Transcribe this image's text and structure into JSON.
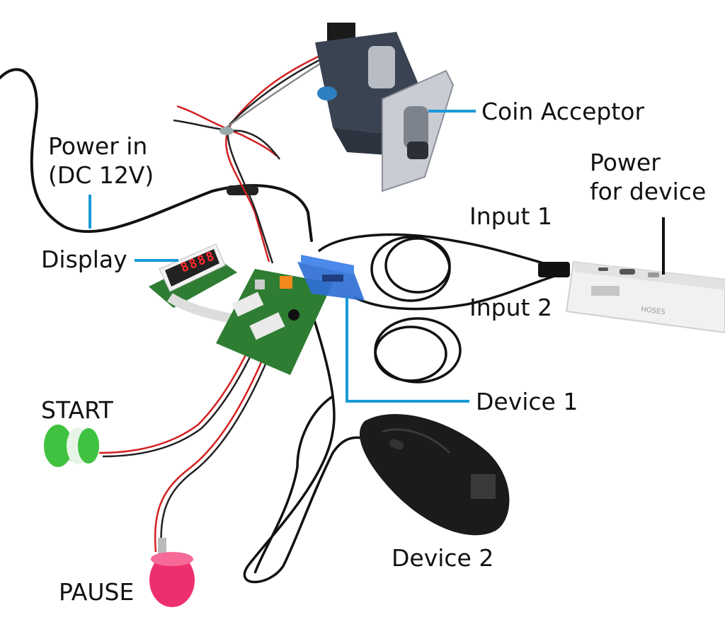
{
  "labels": {
    "coin_acceptor": "Coin Acceptor",
    "power_in_line1": "Power in",
    "power_in_line2": "(DC 12V)",
    "display": "Display",
    "power_for_device_line1": "Power",
    "power_for_device_line2": "for device",
    "input_1": "Input 1",
    "input_2": "Input 2",
    "device_1": "Device 1",
    "start": "START",
    "device_2": "Device 2",
    "pause": "PAUSE"
  },
  "display_readout": "8888",
  "power_bank_brand": "HOSES",
  "colors": {
    "callout_line": "#1a9ad6",
    "board_green": "#2e7d32",
    "start_button": "#3fc23f",
    "pause_button": "#ee2f6e",
    "usb_hub": "#2f6fd6",
    "display_digits": "#ff2a2a"
  }
}
